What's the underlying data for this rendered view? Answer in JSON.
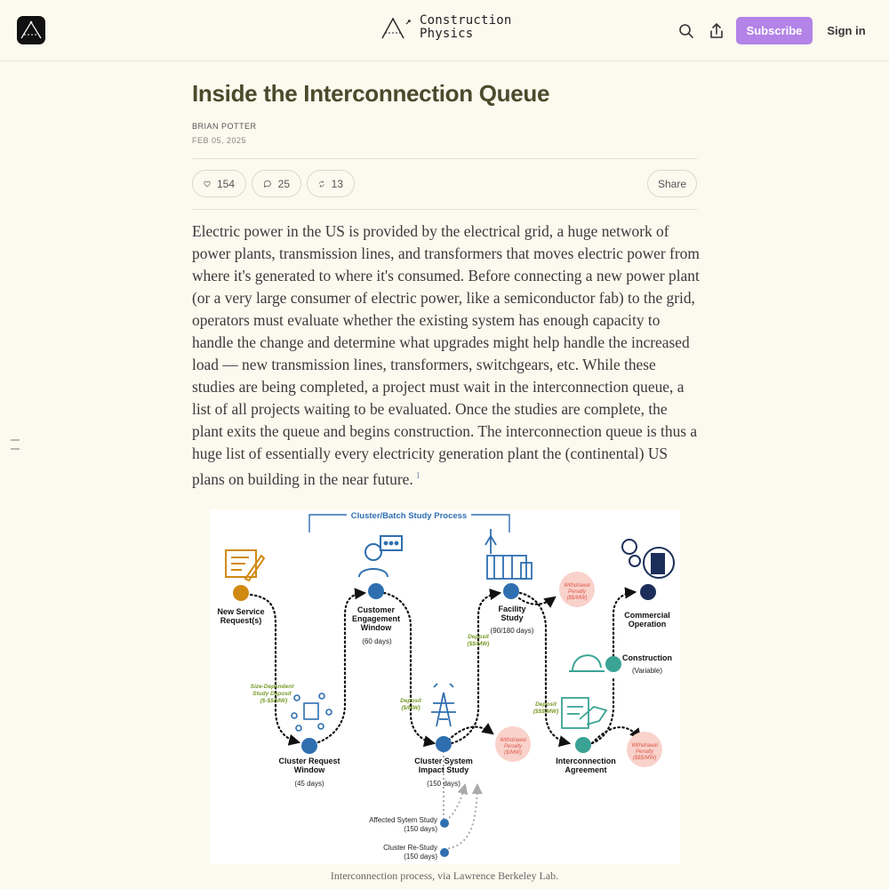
{
  "header": {
    "publication_name_line1": "Construction",
    "publication_name_line2": "Physics",
    "subscribe_label": "Subscribe",
    "signin_label": "Sign in"
  },
  "post": {
    "title": "Inside the Interconnection Queue",
    "author": "BRIAN POTTER",
    "date": "FEB 05, 2025",
    "likes": "154",
    "comments": "25",
    "restacks": "13",
    "share_label": "Share",
    "body": "Electric power in the US is provided by the electrical grid, a huge network of power plants, transmission lines, and transformers that moves electric power from where it's generated to where it's consumed. Before connecting a new power plant (or a very large consumer of electric power, like a semiconductor fab) to the grid, operators must evaluate whether the existing system has enough capacity to handle the change and determine what upgrades might help handle the increased load — new transmission lines, transformers, switchgears, etc. While these studies are being completed, a project must wait in the interconnection queue, a list of all projects waiting to be evaluated. Once the studies are complete, the plant exits the queue and begins construction. The interconnection queue is thus a huge list of essentially every electricity generation plant the (continental) US plans on building in the near future.",
    "footnote": "1"
  },
  "figure": {
    "header": "Cluster/Batch Study Process",
    "steps": {
      "new_service_1": "New Service",
      "new_service_2": "Request(s)",
      "customer_1": "Customer",
      "customer_2": "Engagement",
      "customer_3": "Window",
      "customer_days": "(60 days)",
      "facility_1": "Facility",
      "facility_2": "Study",
      "facility_days": "(90/180 days)",
      "commercial_1": "Commercial",
      "commercial_2": "Operation",
      "construction": "Construction",
      "construction_days": "(Variable)",
      "cluster_request_1": "Cluster Request",
      "cluster_request_2": "Window",
      "cluster_request_days": "(45 days)",
      "cluster_impact_1": "Cluster System",
      "cluster_impact_2": "Impact Study",
      "cluster_impact_days": "(150 days)",
      "ia_1": "Interconnection",
      "ia_2": "Agreement",
      "affected": "Affected Sytem Study",
      "affected_days": "(150 days)",
      "restudy": "Cluster Re-Study",
      "restudy_days": "(150 days)"
    },
    "deposits": {
      "d1_1": "Size-Dependent",
      "d1_2": "Study Deposit",
      "d1_3": "($-$$/MW)",
      "d2_1": "Deposit",
      "d2_2": "($/MW)",
      "d3_1": "Deposit",
      "d3_2": "($$/MW)",
      "d4_1": "Deposit",
      "d4_2": "($$$/MW)"
    },
    "penalties": {
      "label_1": "Withdrawal",
      "label_2": "Penalty",
      "p1": "($$/MW)",
      "p2": "($/MW)",
      "p3": "($$$/MW)"
    },
    "caption": "Interconnection process, via Lawrence Berkeley Lab."
  },
  "colors": {
    "accent": "#b383e8",
    "background": "#fcf9ee",
    "title": "#4b4a2c",
    "node_blue": "#2f6fb0",
    "node_teal": "#3aa394",
    "node_navy": "#1c2f5a",
    "node_orange": "#d08a12",
    "deposit_green": "#7a9a2a",
    "penalty_red": "#e05a4a"
  }
}
